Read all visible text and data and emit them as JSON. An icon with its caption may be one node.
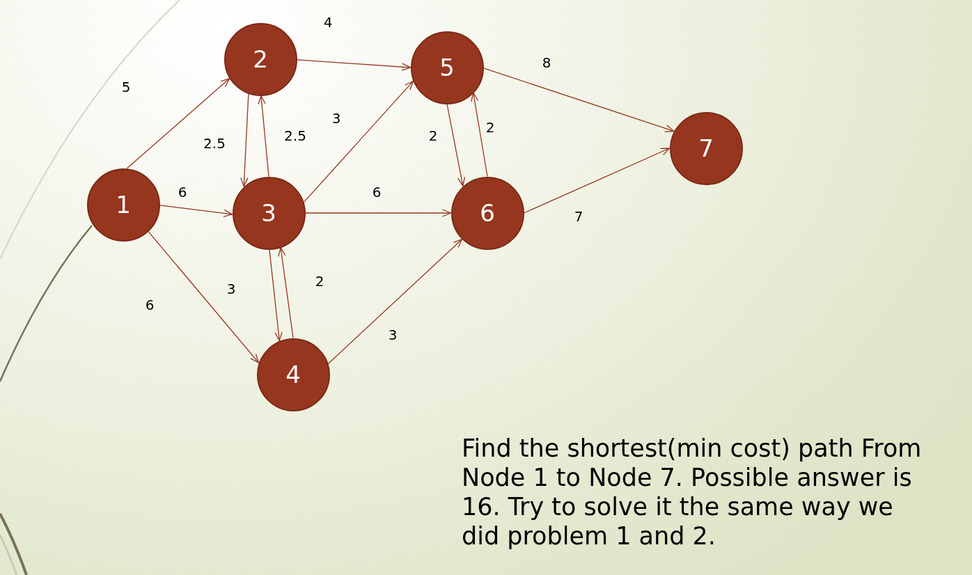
{
  "diagram": {
    "nodes": [
      {
        "text": [
          "1"
        ]
      },
      {
        "text": [
          "2"
        ]
      },
      {
        "text": [
          "3"
        ]
      },
      {
        "text": [
          "4"
        ]
      },
      {
        "text": [
          "5"
        ]
      },
      {
        "text": [
          "6"
        ]
      },
      {
        "text": [
          "7"
        ]
      }
    ],
    "edges": [
      {
        "from": 0,
        "to": 1,
        "arrow": "to",
        "label": "5"
      },
      {
        "from": 0,
        "to": 2,
        "arrow": "to",
        "label": "6"
      },
      {
        "from": 0,
        "to": 3,
        "arrow": "to",
        "label": "6"
      },
      {
        "from": 1,
        "to": 4,
        "arrow": "to",
        "label": "4"
      },
      {
        "from": 1,
        "to": 2,
        "arrow": "to",
        "label": "2.5"
      },
      {
        "from": 2,
        "to": 1,
        "arrow": "to",
        "label": "2.5"
      },
      {
        "from": 2,
        "to": 4,
        "arrow": "to",
        "label": "3"
      },
      {
        "from": 2,
        "to": 5,
        "arrow": "to",
        "label": "6"
      },
      {
        "from": 2,
        "to": 3,
        "arrow": "to",
        "label": "3"
      },
      {
        "from": 3,
        "to": 2,
        "arrow": "to",
        "label": "2"
      },
      {
        "from": 3,
        "to": 5,
        "arrow": "to",
        "label": "3"
      },
      {
        "from": 4,
        "to": 5,
        "arrow": "to",
        "label": "2"
      },
      {
        "from": 5,
        "to": 4,
        "arrow": "to",
        "label": "2"
      },
      {
        "from": 4,
        "to": 6,
        "arrow": "to",
        "label": "8"
      },
      {
        "from": 5,
        "to": 6,
        "arrow": "to",
        "label": "7"
      }
    ],
    "labels": [
      "Find the shortest(min cost) path From Node 1 to Node 7. Possible answer is 16. Try to solve it the same way we did problem 1 and 2."
    ]
  }
}
